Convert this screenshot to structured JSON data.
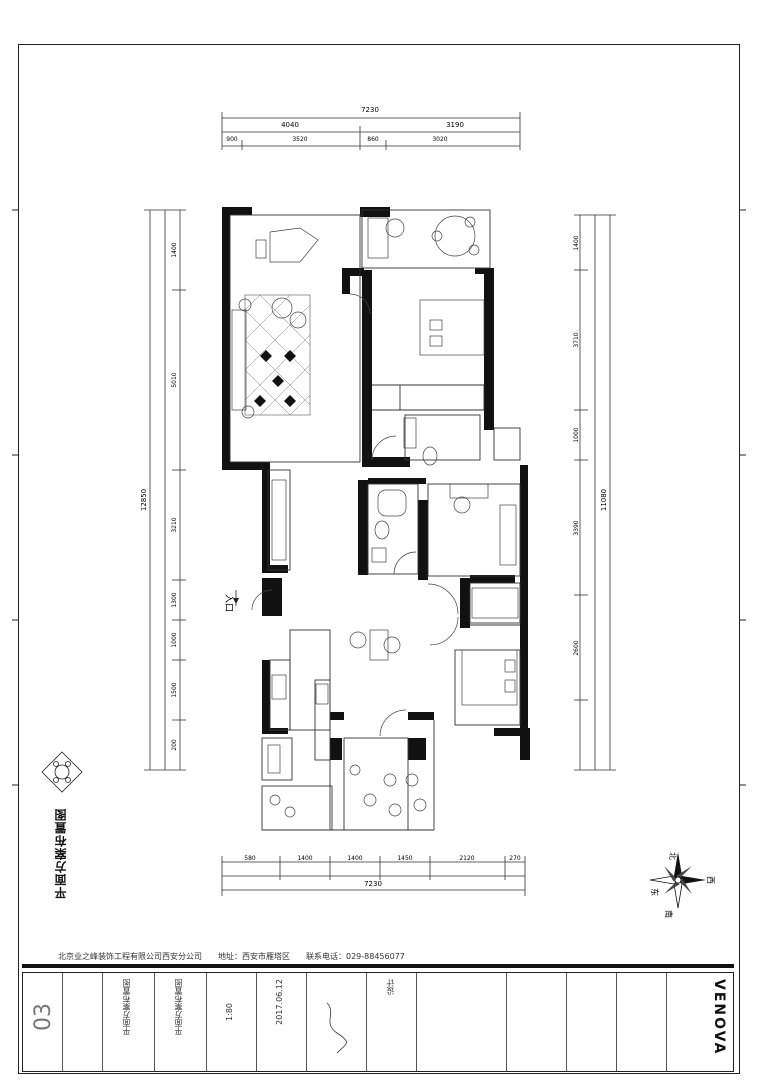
{
  "plan": {
    "title": "平面方案布置图",
    "subtitle": "",
    "entrance_label": "入口"
  },
  "compass": {
    "north": "北",
    "south": "南",
    "east": "东",
    "west": "西"
  },
  "company": {
    "name": "北京业之峰装饰工程有限公司西安分公司",
    "address_label": "地址：",
    "address": "西安市雁塔区",
    "phone_label": "联系电话：",
    "phone": "029-88456077"
  },
  "title_block": {
    "project": "平面方案布置图",
    "drawing": "平面方案布置图",
    "scale": "1:80",
    "date": "2017.06.12",
    "sheet_no": "03",
    "designer_note": "设计",
    "brand": "VENOVA"
  },
  "dimensions": {
    "top_total": "7230",
    "top_left": "4040",
    "top_right": "3190",
    "top_sub": [
      "900",
      "3520",
      "860",
      "3020"
    ],
    "left_total": "12850",
    "left_sub": [
      "200",
      "1400",
      "5010",
      "3210",
      "1300",
      "1000",
      "1500"
    ],
    "right_total": "11080",
    "right_sub": [
      "1400",
      "3710",
      "1000",
      "3390",
      "2600"
    ],
    "bottom_total": "7230",
    "bottom_sub": [
      "580",
      "1400",
      "1400",
      "1450",
      "2120",
      "270"
    ]
  },
  "colors": {
    "wall": "#111111",
    "line": "#222222",
    "furniture": "#444444"
  }
}
